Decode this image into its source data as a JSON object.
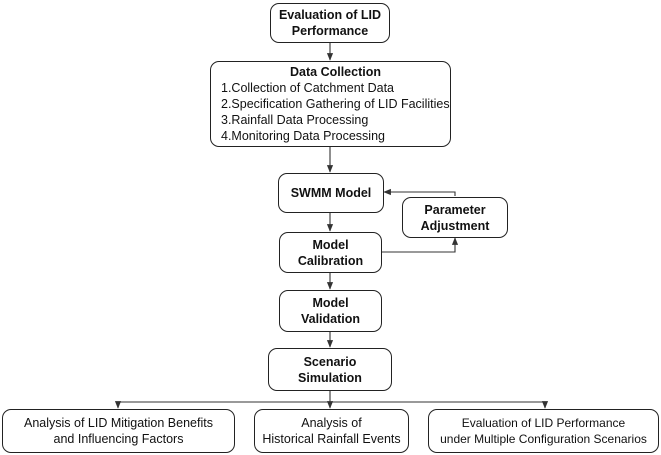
{
  "nodes": {
    "evaluation": {
      "lines": [
        "Evaluation of LID",
        "Performance"
      ]
    },
    "data_collection": {
      "title": "Data Collection",
      "items": [
        "1.Collection of Catchment Data",
        "2.Specification Gathering of LID Facilities",
        "3.Rainfall Data Processing",
        "4.Monitoring Data Processing"
      ]
    },
    "swmm": {
      "lines": [
        "SWMM Model"
      ]
    },
    "parameter": {
      "lines": [
        "Parameter",
        "Adjustment"
      ]
    },
    "calibration": {
      "lines": [
        "Model",
        "Calibration"
      ]
    },
    "validation": {
      "lines": [
        "Model",
        "Validation"
      ]
    },
    "scenario": {
      "lines": [
        "Scenario",
        "Simulation"
      ]
    },
    "analysis_lid": {
      "lines": [
        "Analysis of LID Mitigation Benefits",
        "and Influencing Factors"
      ]
    },
    "analysis_hist": {
      "lines": [
        "Analysis of",
        "Historical Rainfall Events"
      ]
    },
    "evaluation_multi": {
      "lines": [
        "Evaluation of LID Performance",
        "under Multiple Configuration Scenarios"
      ]
    }
  },
  "colors": {
    "stroke": "#222222",
    "background": "#ffffff"
  }
}
